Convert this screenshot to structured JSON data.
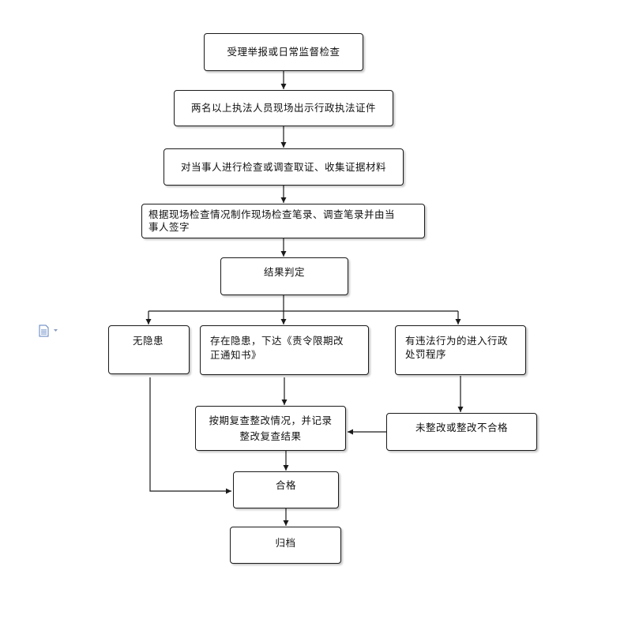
{
  "nodes": {
    "accept": "受理举报或日常监督检查",
    "two_officers": "两名以上执法人员现场出示行政执法证件",
    "inspect": "对当事人进行检查或调查取证、收集证据材料",
    "record_line1": "根据现场检查情况制作现场检查笔录、调查笔录并由当",
    "record_line2": "事人签字",
    "judgement": "结果判定",
    "no_hazard": "无隐患",
    "hazard_line1": "存在隐患，下达《责令限期改",
    "hazard_line2": "正通知书》",
    "violation_line1": "有违法行为的进入行政",
    "violation_line2": "处罚程序",
    "recheck_line1": "按期复查整改情况，并记录",
    "recheck_line2": "整改复查结果",
    "not_qualified": "未整改或整改不合格",
    "qualified": "合格",
    "archive": "归档"
  },
  "colors": {
    "line": "#1a1a1a",
    "background": "#ffffff",
    "icon": "#5b7fbf"
  },
  "icons": [
    "document-icon",
    "dropdown-arrow-icon"
  ]
}
